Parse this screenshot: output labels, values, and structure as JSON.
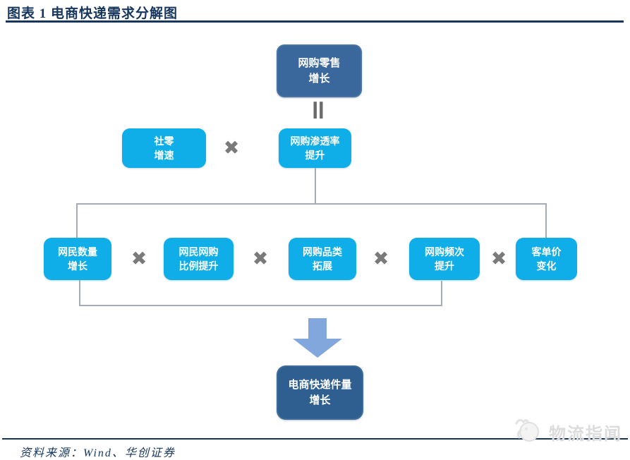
{
  "header": {
    "title": "图表 1  电商快递需求分解图"
  },
  "diagram": {
    "top_node": {
      "label": "网购零售\n增长"
    },
    "equals_operator": "=",
    "multiply_operator": "✖",
    "row2_nodes": [
      {
        "label": "社零\n增速"
      },
      {
        "label": "网购渗透率\n提升"
      }
    ],
    "row3_nodes": [
      {
        "label": "网民数量\n增长"
      },
      {
        "label": "网民网购\n比例提升"
      },
      {
        "label": "网购品类\n拓展"
      },
      {
        "label": "网购频次\n提升"
      },
      {
        "label": "客单价\n变化"
      }
    ],
    "bottom_node": {
      "label": "电商快递件量\n增长"
    }
  },
  "footer": {
    "source": "资料来源：Wind、华创证券"
  },
  "watermark": {
    "label": "物流指闻"
  },
  "colors": {
    "accent_navy": "#17365D",
    "node_dark": "#3A689C",
    "node_dark_bottom": "#2F5F90",
    "node_cyan": "#0FAEE8",
    "operator_gray": "#7A7A7A",
    "connector_gray": "#A4ACB6",
    "arrow_blue": "#82A7DC"
  }
}
